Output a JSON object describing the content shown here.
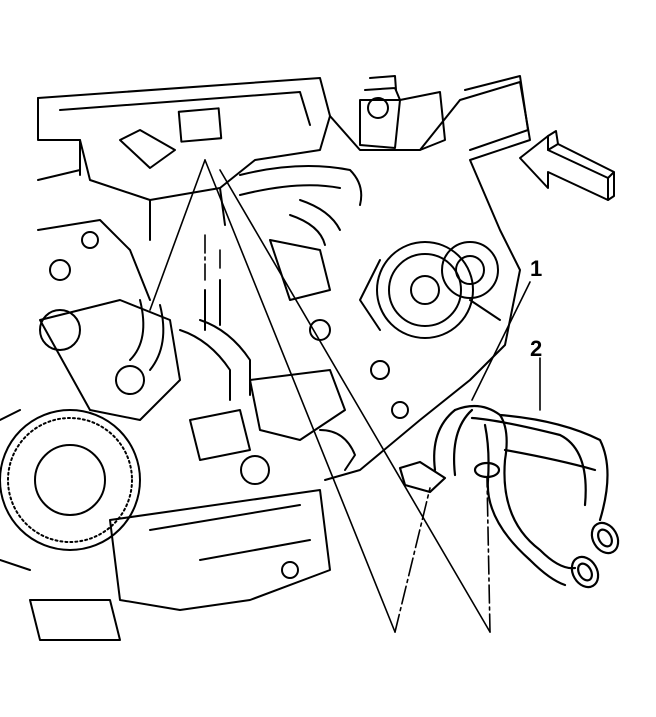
{
  "diagram": {
    "callouts": [
      {
        "id": "callout-1",
        "label": "1"
      },
      {
        "id": "callout-2",
        "label": "2"
      }
    ],
    "colors": {
      "line": "#000000",
      "background": "#ffffff"
    },
    "icons": [
      "direction-arrow-icon"
    ]
  }
}
